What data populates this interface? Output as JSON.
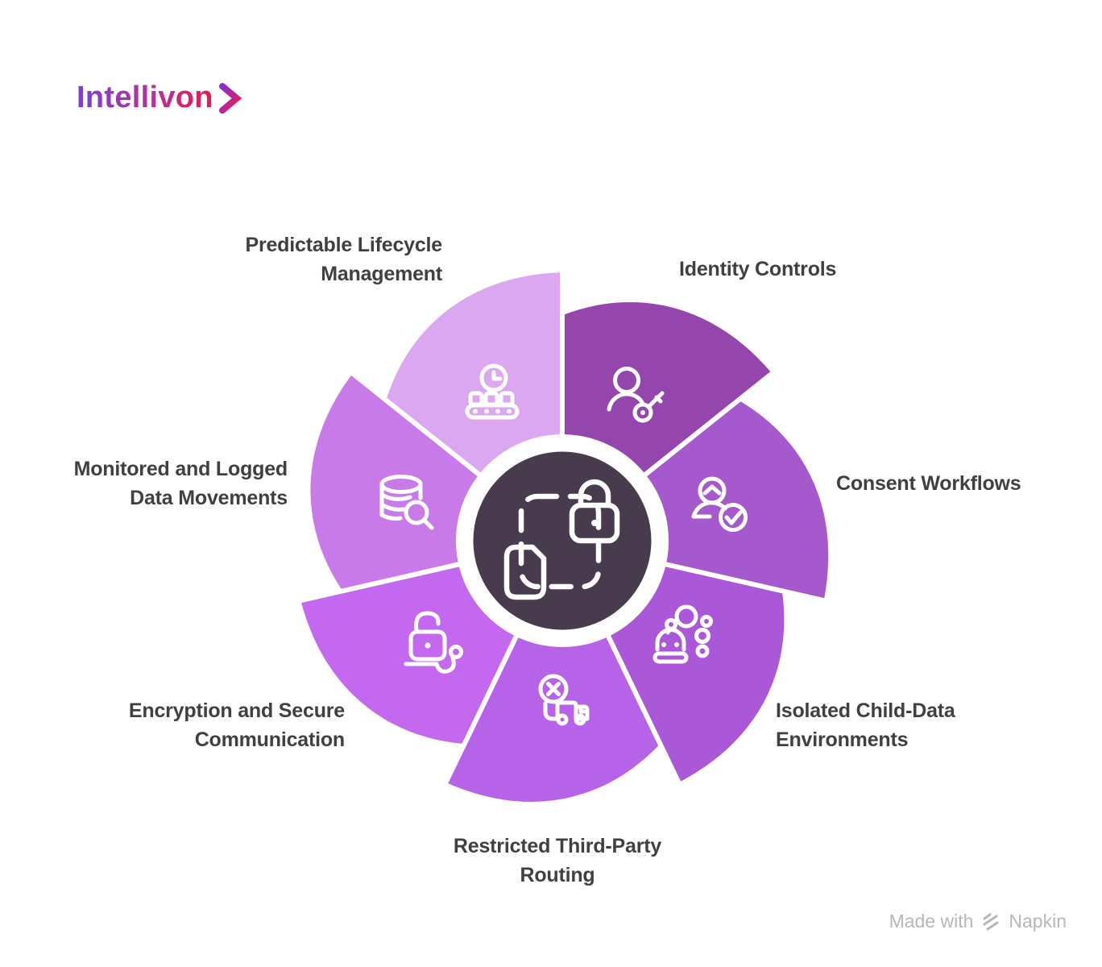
{
  "logo": {
    "text": "Intellivon"
  },
  "diagram": {
    "title_hint": "Child data protection safeguards wheel",
    "center": {
      "color": "#483b4d",
      "icon": "data-protection-icon"
    }
  },
  "segments": [
    {
      "id": "identity-controls",
      "label": "Identity Controls",
      "icon": "user-key-icon",
      "color": "#9546ad"
    },
    {
      "id": "consent-workflows",
      "label": "Consent Workflows",
      "icon": "user-check-icon",
      "color": "#a659cc"
    },
    {
      "id": "isolated-child-data-environments",
      "label": "Isolated Child-Data Environments",
      "icon": "robot-bubbles-icon",
      "color": "#aa58d8"
    },
    {
      "id": "restricted-third-party-routing",
      "label": "Restricted Third-Party Routing",
      "icon": "blocked-truck-icon",
      "color": "#b763e9"
    },
    {
      "id": "encryption-and-secure-communication",
      "label": "Encryption and Secure Communication",
      "icon": "unlocked-padlock-cable-icon",
      "color": "#c368ef"
    },
    {
      "id": "monitored-and-logged-data-movements",
      "label": "Monitored and Logged Data Movements",
      "icon": "database-search-icon",
      "color": "#c87ae9"
    },
    {
      "id": "predictable-lifecycle-management",
      "label": "Predictable Lifecycle Management",
      "icon": "clock-conveyor-icon",
      "color": "#dba7f1"
    }
  ],
  "attribution": {
    "prefix": "Made with",
    "brand": "Napkin"
  }
}
